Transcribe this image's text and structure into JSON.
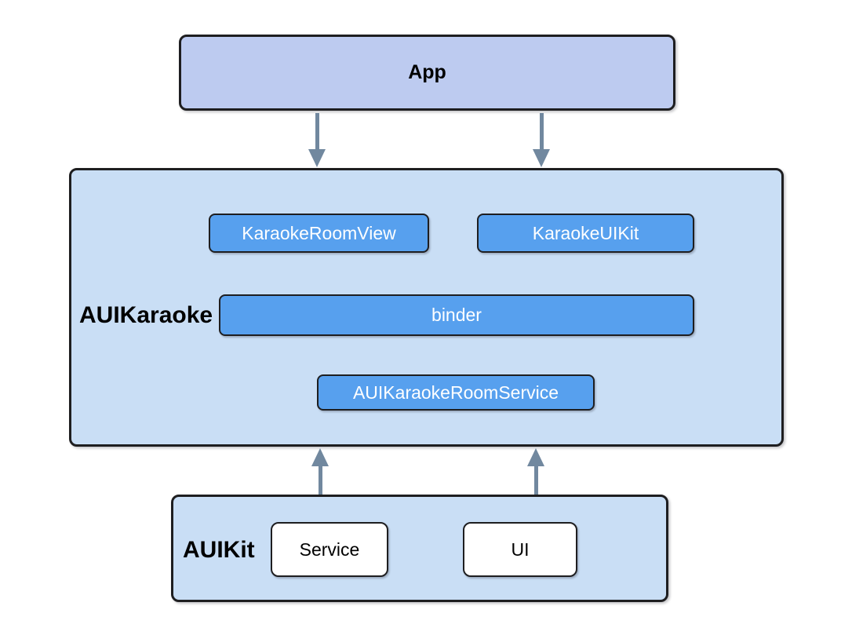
{
  "diagram": {
    "app": {
      "label": "App"
    },
    "auikaraoke": {
      "label": "AUIKaraoke",
      "modules": {
        "karaoke_room_view": "KaraokeRoomView",
        "karaoke_ui_kit": "KaraokeUIKit",
        "binder": "binder",
        "aui_karaoke_room_service": "AUIKaraokeRoomService"
      }
    },
    "auikit": {
      "label": "AUIKit",
      "modules": {
        "service": "Service",
        "ui": "UI"
      }
    },
    "arrows": [
      {
        "name": "app-to-auikaraoke-left",
        "direction": "down"
      },
      {
        "name": "app-to-auikaraoke-right",
        "direction": "down"
      },
      {
        "name": "auikit-to-auikaraoke-left",
        "direction": "up"
      },
      {
        "name": "auikit-to-auikaraoke-right",
        "direction": "up"
      }
    ],
    "colors": {
      "app_fill": "#bdcbf0",
      "container_fill": "#c9def5",
      "module_fill": "#57a0ee",
      "module_text": "#ffffff",
      "white_box_fill": "#ffffff",
      "border": "#1e1e20",
      "arrow": "#71889f",
      "label_text": "#000000"
    }
  }
}
